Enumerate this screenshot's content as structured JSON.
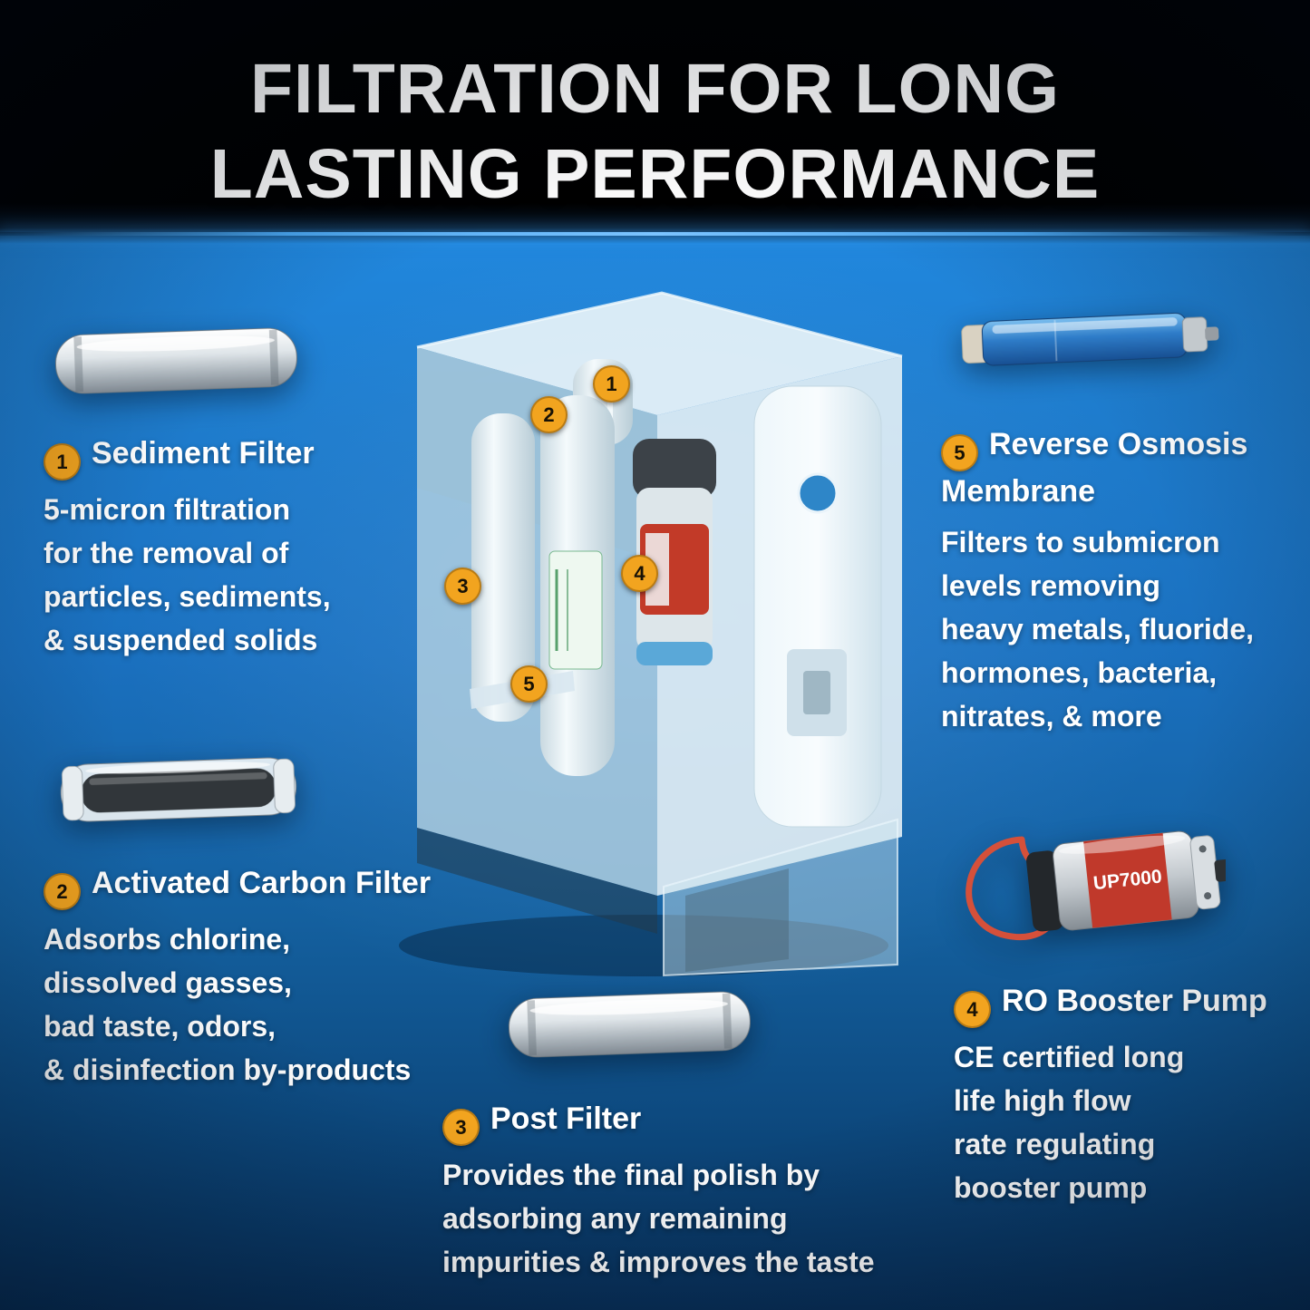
{
  "title": {
    "line1": "FILTRATION FOR LONG",
    "line2": "LASTING PERFORMANCE"
  },
  "colors": {
    "badge": "#f2a41f",
    "membrane_blue": "#2e7cc8",
    "background_blue": "#1e7ccd"
  },
  "callouts": {
    "sediment": {
      "num": "1",
      "title": "Sediment Filter",
      "body": "5-micron filtration\nfor the removal of\nparticles, sediments,\n& suspended solids"
    },
    "carbon": {
      "num": "2",
      "title": "Activated Carbon Filter",
      "body": "Adsorbs chlorine,\ndissolved gasses,\nbad taste, odors,\n& disinfection by-products"
    },
    "post": {
      "num": "3",
      "title": "Post Filter",
      "body": "Provides the final polish by\nadsorbing any remaining\nimpurities & improves the taste"
    },
    "pump": {
      "num": "4",
      "title": "RO Booster Pump",
      "body": "CE certified long\nlife high flow\nrate regulating\nbooster pump"
    },
    "membrane": {
      "num": "5",
      "title": "Reverse Osmosis\nMembrane",
      "body": "Filters to submicron\nlevels removing\nheavy metals, fluoride,\nhormones, bacteria,\nnitrates, & more"
    }
  },
  "device_badges": [
    "1",
    "2",
    "3",
    "4",
    "5"
  ],
  "pump_image_label": "UP7000"
}
